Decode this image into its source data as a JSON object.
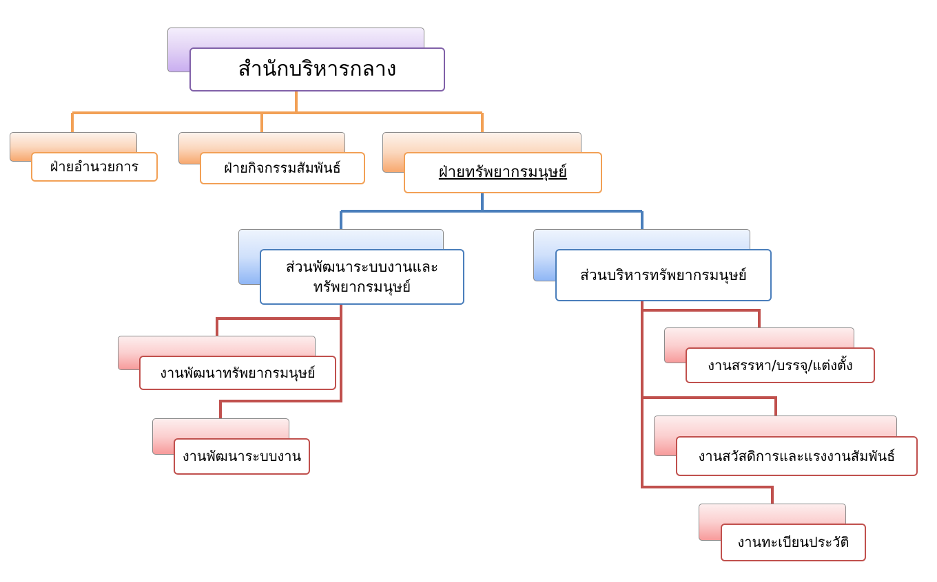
{
  "colors": {
    "purple": "#8060a8",
    "orange": "#f2a055",
    "blue": "#4a7ebb",
    "red": "#c0504d"
  },
  "root": {
    "label": "สำนักบริหารกลาง"
  },
  "divisions": [
    {
      "label": "ฝ่ายอำนวยการ"
    },
    {
      "label": "ฝ่ายกิจกรรมสัมพันธ์"
    },
    {
      "label": "ฝ่ายทรัพยากรมนุษย์"
    }
  ],
  "sections": [
    {
      "label": "ส่วนพัฒนาระบบงานและทรัพยากรมนุษย์"
    },
    {
      "label": "ส่วนบริหารทรัพยากรมนุษย์"
    }
  ],
  "units": {
    "development": [
      {
        "label": "งานพัฒนาทรัพยากรมนุษย์"
      },
      {
        "label": "งานพัฒนาระบบงาน"
      }
    ],
    "administration": [
      {
        "label": "งานสรรหา/บรรจุ/แต่งตั้ง"
      },
      {
        "label": "งานสวัสดิการและแรงงานสัมพันธ์"
      },
      {
        "label": "งานทะเบียนประวัติ"
      }
    ]
  }
}
